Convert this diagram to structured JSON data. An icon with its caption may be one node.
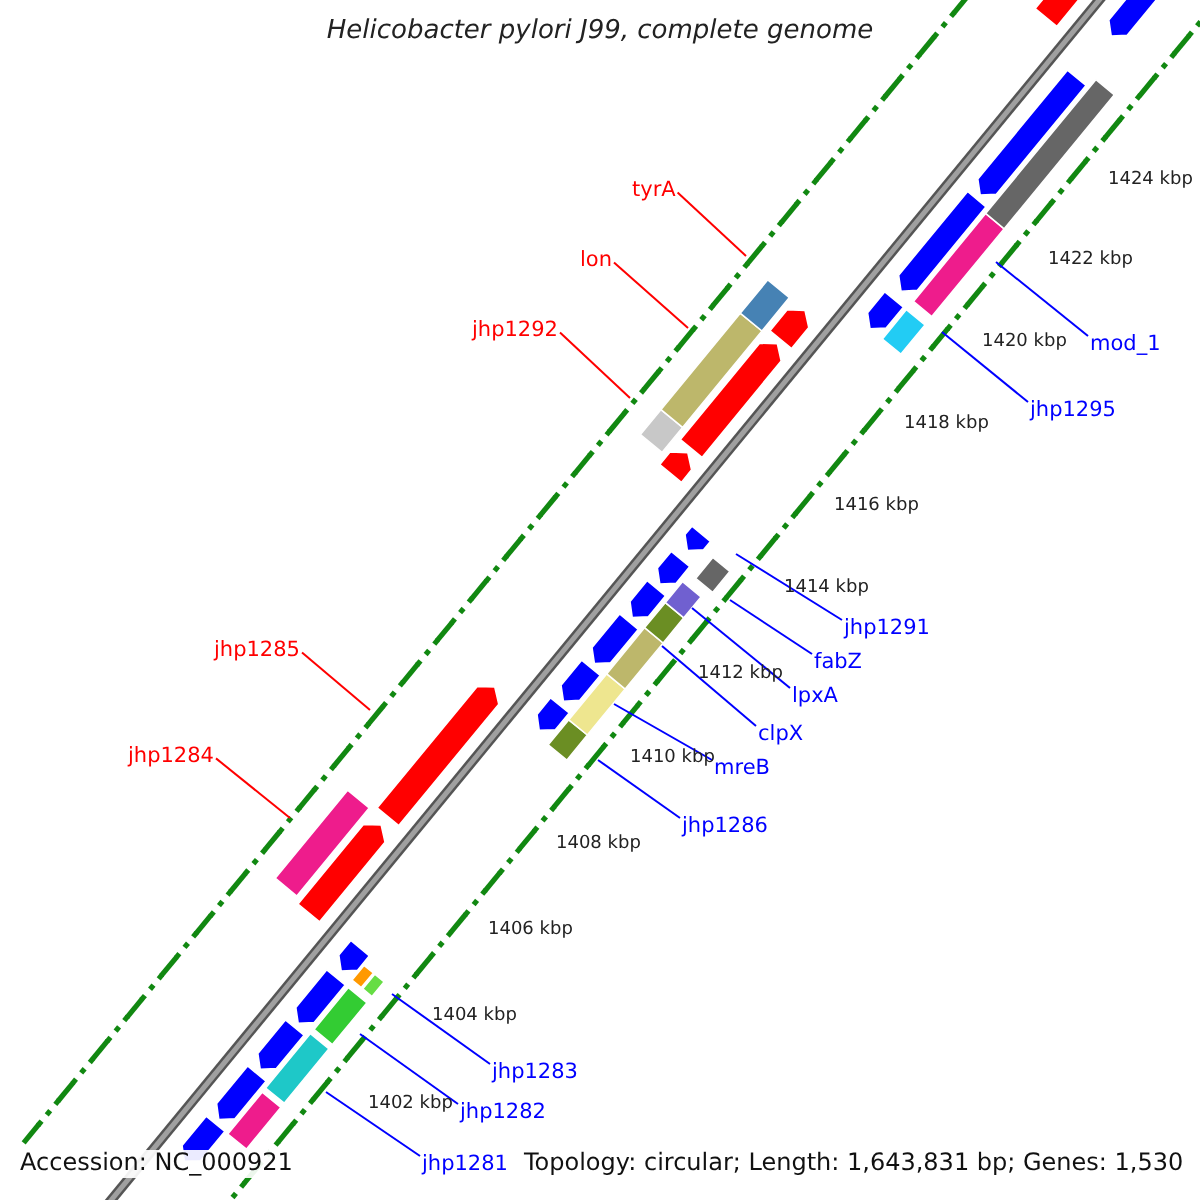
{
  "diagram": {
    "title": "Helicobacter pylori J99, complete genome",
    "nodes": [
      {
        "text": [
          "tyrA"
        ]
      },
      {
        "text": [
          "lon"
        ]
      },
      {
        "text": [
          "jhp1292"
        ]
      },
      {
        "text": [
          "mod_1"
        ]
      },
      {
        "text": [
          "jhp1295"
        ]
      },
      {
        "text": [
          "jhp1291"
        ]
      },
      {
        "text": [
          "jhp1285"
        ]
      },
      {
        "text": [
          "fabZ"
        ]
      },
      {
        "text": [
          "lpxA"
        ]
      },
      {
        "text": [
          "clpX"
        ]
      },
      {
        "text": [
          "jhp1284"
        ]
      },
      {
        "text": [
          "mreB"
        ]
      },
      {
        "text": [
          "jhp1286"
        ]
      },
      {
        "text": [
          "jhp1283"
        ]
      },
      {
        "text": [
          "jhp1282"
        ]
      },
      {
        "text": [
          "jhp1281"
        ]
      }
    ],
    "edges": [
      {
        "from": 0,
        "to": null,
        "arrow": "none",
        "color": "#ff0000"
      },
      {
        "from": 1,
        "to": null,
        "arrow": "none",
        "color": "#ff0000"
      },
      {
        "from": 2,
        "to": null,
        "arrow": "none",
        "color": "#ff0000"
      },
      {
        "from": 3,
        "to": null,
        "arrow": "none"
      },
      {
        "from": 4,
        "to": null,
        "arrow": "none"
      },
      {
        "from": 5,
        "to": null,
        "arrow": "none"
      },
      {
        "from": 6,
        "to": null,
        "arrow": "none",
        "color": "#ff0000"
      },
      {
        "from": 7,
        "to": null,
        "arrow": "none"
      },
      {
        "from": 8,
        "to": null,
        "arrow": "none"
      },
      {
        "from": 9,
        "to": null,
        "arrow": "none"
      },
      {
        "from": 10,
        "to": null,
        "arrow": "none",
        "color": "#ff0000"
      },
      {
        "from": 11,
        "to": null,
        "arrow": "none"
      },
      {
        "from": 12,
        "to": null,
        "arrow": "none"
      },
      {
        "from": 13,
        "to": null,
        "arrow": "none"
      },
      {
        "from": 14,
        "to": null,
        "arrow": "none"
      },
      {
        "from": 15,
        "to": null,
        "arrow": "none"
      }
    ],
    "labels": [
      "1424 kbp",
      "1422 kbp",
      "1420 kbp",
      "1418 kbp",
      "1416 kbp",
      "1414 kbp",
      "1412 kbp",
      "1410 kbp",
      "1408 kbp",
      "1406 kbp",
      "1404 kbp",
      "1402 kbp",
      "Accession: NC_000921",
      "Topology: circular; Length: 1,643,831 bp; Genes: 1,530"
    ]
  }
}
